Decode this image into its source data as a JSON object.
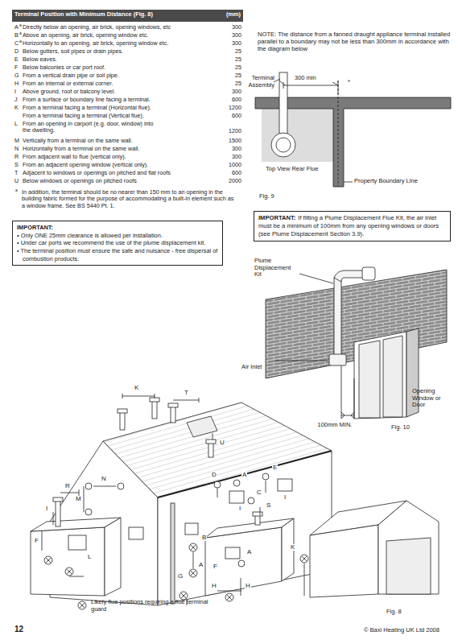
{
  "diagram": {
    "nodes": [
      {
        "text": [
          "Terminal Position with Minimum Distance (Fig. 8)",
          "(mm)"
        ]
      },
      {
        "text": [
          "IMPORTANT:",
          "• Only ONE 25mm clearance is allowed per installation.",
          "• Under car ports we recommend the use of the plume displacement kit.",
          "• The terminal position must ensure the safe and nuisance - free dispersal of combustion products."
        ]
      },
      {
        "text": [
          "IMPORTANT:",
          "If fitting a Plume Displacement Flue Kit, the air inlet must be a minimum of 100mm from any opening windows or doors (see Plume Displacement Section 3.9)."
        ]
      }
    ],
    "labels": [
      "A",
      "a",
      "Directly below an opening, air brick, opening windows, etc",
      "300",
      "B",
      "a",
      "Above an opening, air brick, opening window etc.",
      "300",
      "C",
      "a",
      "Horizontally to an opening, air brick, opening window etc.",
      "300",
      "D",
      "Below gutters, soil pipes or drain pipes.",
      "25",
      "E",
      "Below eaves.",
      "25",
      "F",
      "Below balconies or car port roof.",
      "25",
      "G",
      "From a vertical drain pipe or soil pipe.",
      "25",
      "H",
      "From an internal or external corner.",
      "25",
      "I",
      "Above ground, roof or balcony level.",
      "300",
      "J",
      "From a surface or boundary line facing a terminal.",
      "600",
      "K",
      "From a terminal facing a terminal (Horizontal flue).",
      "1200",
      "From a terminal facing a terminal (Vertical flue).",
      "600",
      "L",
      "From an opening in carport (e.g. door, window) into the dwelling.",
      "1200",
      "M",
      "Vertically from a terminal on the same wall.",
      "1500",
      "N",
      "Horizontally from a terminal on the same wall.",
      "300",
      "R",
      "From adjacent wall to flue (vertical only).",
      "300",
      "S",
      "From an adjacent opening window (vertical only).",
      "1000",
      "T",
      "Adjacent to windows or openings on pitched and flat roofs",
      "600",
      "U",
      "Below windows or openings on pitched roofs",
      "2000",
      "a",
      "In addition, the terminal should be no nearer than 150 mm to an opening in the building fabric formed for the purpose of accommodating a built-in element such as a window frame. See BS 5440 Pt. 1.",
      "NOTE: The distance from a fanned draught appliance terminal installed parallel to a boundary may not be less than 300mm in accordance with the diagram below",
      "300 min",
      "*",
      "Terminal Assembly",
      "Top View Rear Flue",
      "Property Boundary Line",
      "Fig. 9",
      "Plume Displacement Kit",
      "Air Inlet",
      "Opening Window or Door",
      "100mm MIN.",
      "Fig. 10",
      "K",
      "T",
      "U",
      "R",
      "N",
      "M",
      "I",
      "F",
      "L",
      "D",
      "A",
      "C",
      "E",
      "I",
      "B",
      "S",
      "I",
      "A",
      "F",
      "A",
      "G",
      "H",
      "H",
      "K",
      "Fig. 8",
      "12",
      "© Baxi Heating UK Ltd 2008"
    ],
    "legend": [
      {
        "text": "Likely flue positions requiring a flue terminal guard"
      }
    ]
  }
}
